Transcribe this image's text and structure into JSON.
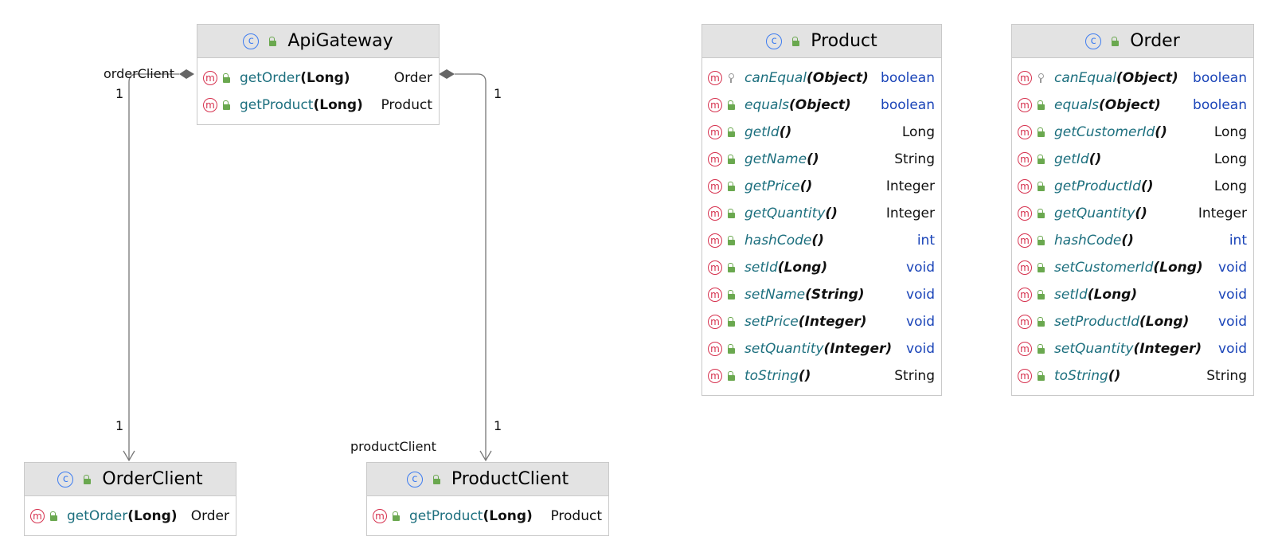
{
  "classes": {
    "api_gateway": {
      "name": "ApiGateway",
      "methods": [
        {
          "name": "getOrder",
          "params": "(Long)",
          "ret": "Order",
          "vis": "public",
          "italic": false,
          "primitive": false
        },
        {
          "name": "getProduct",
          "params": "(Long)",
          "ret": "Product",
          "vis": "public",
          "italic": false,
          "primitive": false
        }
      ]
    },
    "product": {
      "name": "Product",
      "methods": [
        {
          "name": "canEqual",
          "params": "(Object)",
          "ret": "boolean",
          "vis": "protected",
          "italic": true,
          "primitive": true
        },
        {
          "name": "equals",
          "params": "(Object)",
          "ret": "boolean",
          "vis": "public",
          "italic": true,
          "primitive": true
        },
        {
          "name": "getId",
          "params": "()",
          "ret": "Long",
          "vis": "public",
          "italic": true,
          "primitive": false
        },
        {
          "name": "getName",
          "params": "()",
          "ret": "String",
          "vis": "public",
          "italic": true,
          "primitive": false
        },
        {
          "name": "getPrice",
          "params": "()",
          "ret": "Integer",
          "vis": "public",
          "italic": true,
          "primitive": false
        },
        {
          "name": "getQuantity",
          "params": "()",
          "ret": "Integer",
          "vis": "public",
          "italic": true,
          "primitive": false
        },
        {
          "name": "hashCode",
          "params": "()",
          "ret": "int",
          "vis": "public",
          "italic": true,
          "primitive": true
        },
        {
          "name": "setId",
          "params": "(Long)",
          "ret": "void",
          "vis": "public",
          "italic": true,
          "primitive": true
        },
        {
          "name": "setName",
          "params": "(String)",
          "ret": "void",
          "vis": "public",
          "italic": true,
          "primitive": true
        },
        {
          "name": "setPrice",
          "params": "(Integer)",
          "ret": "void",
          "vis": "public",
          "italic": true,
          "primitive": true
        },
        {
          "name": "setQuantity",
          "params": "(Integer)",
          "ret": "void",
          "vis": "public",
          "italic": true,
          "primitive": true
        },
        {
          "name": "toString",
          "params": "()",
          "ret": "String",
          "vis": "public",
          "italic": true,
          "primitive": false
        }
      ]
    },
    "order": {
      "name": "Order",
      "methods": [
        {
          "name": "canEqual",
          "params": "(Object)",
          "ret": "boolean",
          "vis": "protected",
          "italic": true,
          "primitive": true
        },
        {
          "name": "equals",
          "params": "(Object)",
          "ret": "boolean",
          "vis": "public",
          "italic": true,
          "primitive": true
        },
        {
          "name": "getCustomerId",
          "params": "()",
          "ret": "Long",
          "vis": "public",
          "italic": true,
          "primitive": false
        },
        {
          "name": "getId",
          "params": "()",
          "ret": "Long",
          "vis": "public",
          "italic": true,
          "primitive": false
        },
        {
          "name": "getProductId",
          "params": "()",
          "ret": "Long",
          "vis": "public",
          "italic": true,
          "primitive": false
        },
        {
          "name": "getQuantity",
          "params": "()",
          "ret": "Integer",
          "vis": "public",
          "italic": true,
          "primitive": false
        },
        {
          "name": "hashCode",
          "params": "()",
          "ret": "int",
          "vis": "public",
          "italic": true,
          "primitive": true
        },
        {
          "name": "setCustomerId",
          "params": "(Long)",
          "ret": "void",
          "vis": "public",
          "italic": true,
          "primitive": true
        },
        {
          "name": "setId",
          "params": "(Long)",
          "ret": "void",
          "vis": "public",
          "italic": true,
          "primitive": true
        },
        {
          "name": "setProductId",
          "params": "(Long)",
          "ret": "void",
          "vis": "public",
          "italic": true,
          "primitive": true
        },
        {
          "name": "setQuantity",
          "params": "(Integer)",
          "ret": "void",
          "vis": "public",
          "italic": true,
          "primitive": true
        },
        {
          "name": "toString",
          "params": "()",
          "ret": "String",
          "vis": "public",
          "italic": true,
          "primitive": false
        }
      ]
    },
    "order_client": {
      "name": "OrderClient",
      "methods": [
        {
          "name": "getOrder",
          "params": "(Long)",
          "ret": "Order",
          "vis": "public",
          "italic": false,
          "primitive": false
        }
      ]
    },
    "product_client": {
      "name": "ProductClient",
      "methods": [
        {
          "name": "getProduct",
          "params": "(Long)",
          "ret": "Product",
          "vis": "public",
          "italic": false,
          "primitive": false
        }
      ]
    }
  },
  "relations": {
    "order_client": {
      "role": "orderClient",
      "source_multiplicity": "1",
      "target_multiplicity": "1"
    },
    "product_client": {
      "role": "productClient",
      "source_multiplicity": "1",
      "target_multiplicity": "1"
    }
  },
  "icons": {
    "class_glyph": "c",
    "method_glyph": "m"
  },
  "colors": {
    "header_bg": "#e3e3e3",
    "border": "#c9c9c9",
    "class_icon": "#3d7cf0",
    "method_icon": "#d6314e",
    "public_icon": "#6aa84f",
    "method_name": "#1c6f7e",
    "primitive_type": "#1a44b8",
    "connector": "#666666"
  }
}
